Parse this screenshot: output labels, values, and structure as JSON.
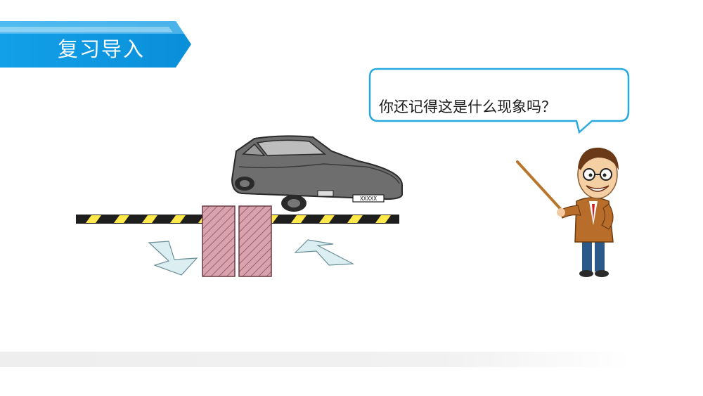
{
  "header": {
    "title": "复习导入",
    "accent_color": "#1aa0e6"
  },
  "speech_bubble": {
    "text": "你还记得这是什么现象吗？",
    "border_color": "#29a9e0"
  },
  "illustration": {
    "license_plate": "XXXXX",
    "scene": "car-over-magnetic-barrier",
    "character": "teacher-with-pointer"
  }
}
